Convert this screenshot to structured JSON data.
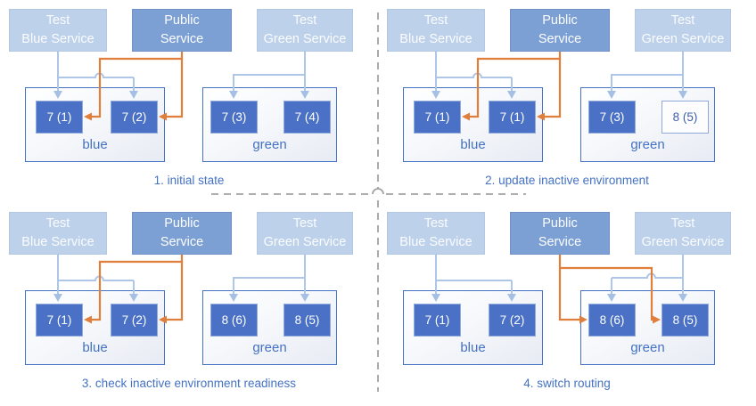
{
  "colors": {
    "accent_blue": "#4472c4",
    "pod_fill": "#4a71c5",
    "pod_starting_fill": "#fdfdfe",
    "service_light_fill": "#bed1ea",
    "service_dark_fill": "#7c9fd4",
    "test_arrow": "#aec6e8",
    "public_arrow": "#e07e3c",
    "divider_gray": "#a2a2a2"
  },
  "panels": [
    {
      "caption": "1. initial state",
      "public_routes_to": "blue",
      "services": {
        "test_blue": {
          "line1": "Test",
          "line2": "Blue Service"
        },
        "public": {
          "line1": "Public",
          "line2": "Service"
        },
        "test_green": {
          "line1": "Test",
          "line2": "Green Service"
        }
      },
      "environments": {
        "blue": {
          "label": "blue",
          "pods": [
            {
              "value": "7 (1)",
              "state": "running"
            },
            {
              "value": "7 (2)",
              "state": "running"
            }
          ]
        },
        "green": {
          "label": "green",
          "pods": [
            {
              "value": "7 (3)",
              "state": "running"
            },
            {
              "value": "7 (4)",
              "state": "running"
            }
          ]
        }
      }
    },
    {
      "caption": "2. update inactive environment",
      "public_routes_to": "blue",
      "services": {
        "test_blue": {
          "line1": "Test",
          "line2": "Blue Service"
        },
        "public": {
          "line1": "Public",
          "line2": "Service"
        },
        "test_green": {
          "line1": "Test",
          "line2": "Green Service"
        }
      },
      "environments": {
        "blue": {
          "label": "blue",
          "pods": [
            {
              "value": "7 (1)",
              "state": "running"
            },
            {
              "value": "7 (1)",
              "state": "running"
            }
          ]
        },
        "green": {
          "label": "green",
          "pods": [
            {
              "value": "7 (3)",
              "state": "running"
            },
            {
              "value": "8 (5)",
              "state": "starting"
            }
          ]
        }
      }
    },
    {
      "caption": "3. check inactive environment readiness",
      "public_routes_to": "blue",
      "services": {
        "test_blue": {
          "line1": "Test",
          "line2": "Blue Service"
        },
        "public": {
          "line1": "Public",
          "line2": "Service"
        },
        "test_green": {
          "line1": "Test",
          "line2": "Green Service"
        }
      },
      "environments": {
        "blue": {
          "label": "blue",
          "pods": [
            {
              "value": "7 (1)",
              "state": "running"
            },
            {
              "value": "7 (2)",
              "state": "running"
            }
          ]
        },
        "green": {
          "label": "green",
          "pods": [
            {
              "value": "8 (6)",
              "state": "running"
            },
            {
              "value": "8 (5)",
              "state": "running"
            }
          ]
        }
      }
    },
    {
      "caption": "4. switch routing",
      "public_routes_to": "green",
      "services": {
        "test_blue": {
          "line1": "Test",
          "line2": "Blue Service"
        },
        "public": {
          "line1": "Public",
          "line2": "Service"
        },
        "test_green": {
          "line1": "Test",
          "line2": "Green Service"
        }
      },
      "environments": {
        "blue": {
          "label": "blue",
          "pods": [
            {
              "value": "7 (1)",
              "state": "running"
            },
            {
              "value": "7 (2)",
              "state": "running"
            }
          ]
        },
        "green": {
          "label": "green",
          "pods": [
            {
              "value": "8 (6)",
              "state": "running"
            },
            {
              "value": "8 (5)",
              "state": "running"
            }
          ]
        }
      }
    }
  ]
}
